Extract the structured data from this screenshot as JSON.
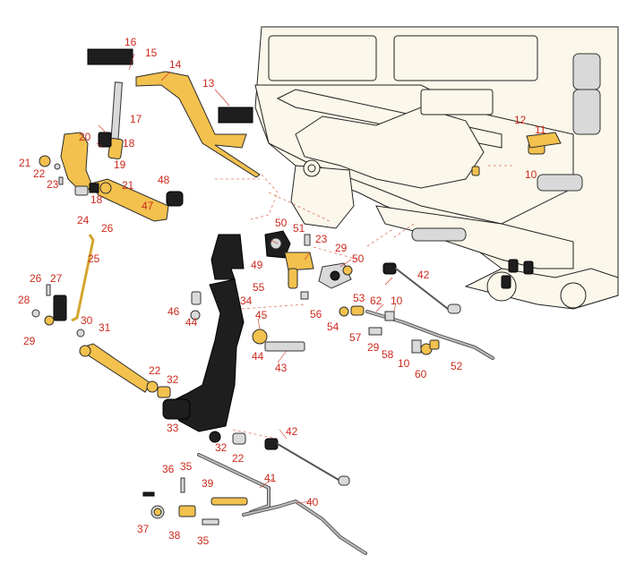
{
  "diagram": {
    "callouts": [
      "16",
      "15",
      "14",
      "13",
      "17",
      "18",
      "19",
      "20",
      "21",
      "22",
      "23",
      "21",
      "47",
      "48",
      "18",
      "24",
      "12",
      "11",
      "10",
      "26",
      "25",
      "26",
      "27",
      "28",
      "29",
      "30",
      "31",
      "50",
      "51",
      "23",
      "49",
      "29",
      "50",
      "42",
      "55",
      "34",
      "46",
      "44",
      "45",
      "53",
      "62",
      "10",
      "56",
      "54",
      "57",
      "29",
      "58",
      "10",
      "52",
      "60",
      "44",
      "43",
      "22",
      "32",
      "33",
      "42",
      "32",
      "22",
      "36",
      "35",
      "39",
      "41",
      "37",
      "38",
      "35",
      "40"
    ]
  }
}
